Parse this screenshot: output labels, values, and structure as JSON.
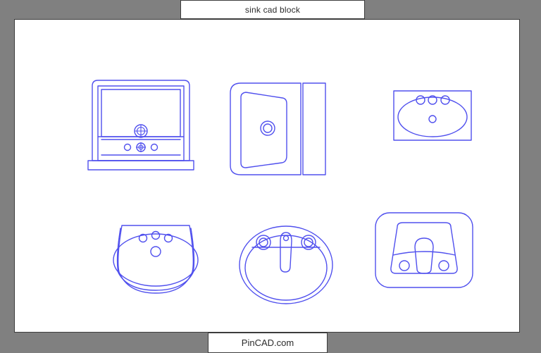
{
  "window": {
    "background_color": "#808080",
    "sheet_color": "#ffffff",
    "border_color": "#3c3c3c"
  },
  "header": {
    "title": "sink cad block"
  },
  "footer": {
    "site": "PinCAD.com"
  },
  "drawing": {
    "line_color": "#5050ee",
    "blocks": [
      {
        "id": "sink-rectangular-undermount",
        "name": "rectangular sink with backsplash",
        "row": 1,
        "column": 1,
        "features": [
          "outer rounded frame",
          "inner basin rectangle",
          "crosshair drain",
          "three tap holes",
          "base plinth"
        ]
      },
      {
        "id": "sink-square-with-side-ledge",
        "name": "square basin sink with side ledge",
        "row": 1,
        "column": 2,
        "features": [
          "outer rounded square",
          "tapered inner basin",
          "concentric drain",
          "vertical side panel"
        ]
      },
      {
        "id": "sink-rectangular-oval-basin",
        "name": "rectangular counter sink with oval basin",
        "row": 1,
        "column": 3,
        "features": [
          "outer rectangle",
          "oval basin",
          "three tap holes",
          "centre drain"
        ]
      },
      {
        "id": "sink-pedestal-oval",
        "name": "pedestal sink with oval basin",
        "row": 2,
        "column": 1,
        "features": [
          "rounded outer body",
          "double outline",
          "three tap holes",
          "oval basin",
          "centre drain"
        ]
      },
      {
        "id": "sink-oval-with-faucet",
        "name": "oval drop-in sink with faucet",
        "row": 2,
        "column": 2,
        "features": [
          "outer ellipse",
          "inner ellipse basin",
          "spout",
          "two handle holes",
          "ledge line"
        ]
      },
      {
        "id": "sink-trapezoid-with-faucet",
        "name": "rounded rectangular sink with trapezoid basin",
        "row": 2,
        "column": 3,
        "features": [
          "outer rounded rectangle",
          "trapezoid basin",
          "spout",
          "two handle holes",
          "curved ledge"
        ]
      }
    ]
  }
}
